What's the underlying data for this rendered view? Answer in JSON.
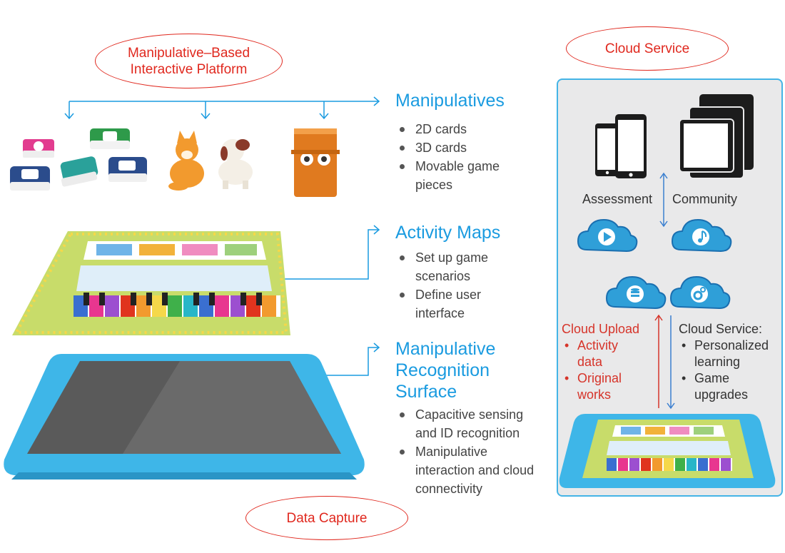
{
  "ovals": {
    "platform": "Manipulative–Based Interactive Platform",
    "cloud": "Cloud Service",
    "capture": "Data Capture"
  },
  "sections": [
    {
      "title": "Manipulatives",
      "bullets": [
        "2D cards",
        "3D cards",
        "Movable game pieces"
      ]
    },
    {
      "title": "Activity Maps",
      "bullets": [
        "Set up game scenarios",
        "Define user interface"
      ]
    },
    {
      "title": "Manipulative Recognition Surface",
      "bullets": [
        "Capacitive sensing and ID recognition",
        "Manipulative interaction and cloud connectivity"
      ]
    }
  ],
  "cloud_panel": {
    "assessment": "Assessment",
    "community": "Community",
    "upload_title": "Cloud Upload",
    "upload_items": [
      "Activity data",
      "Original works"
    ],
    "service_title": "Cloud Service:",
    "service_items": [
      "Personalized learning",
      "Game upgrades"
    ]
  },
  "colors": {
    "accent_blue": "#1a9be0",
    "accent_red": "#e0281e",
    "panel_bg": "#e9e9ea",
    "map_green": "#c8dc6a",
    "surface_blue": "#3eb6e8"
  }
}
